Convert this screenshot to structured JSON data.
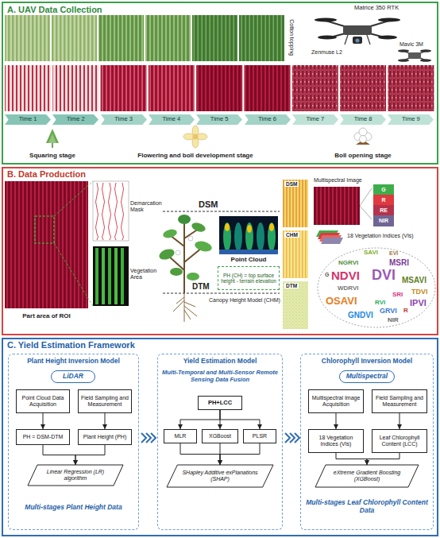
{
  "diagram": {
    "nodes": [
      {
        "text": [
          "A. UAV Data Collection"
        ]
      },
      {
        "text": [
          "Time 1"
        ],
        "in": 0
      },
      {
        "text": [
          "Time 2"
        ],
        "in": 0
      },
      {
        "text": [
          "Time 3"
        ],
        "in": 0
      },
      {
        "text": [
          "Time 4"
        ],
        "in": 0
      },
      {
        "text": [
          "Time 5"
        ],
        "in": 0
      },
      {
        "text": [
          "Time 6"
        ],
        "in": 0
      },
      {
        "text": [
          "Time 7"
        ],
        "in": 0
      },
      {
        "text": [
          "Time 8"
        ],
        "in": 0
      },
      {
        "text": [
          "Time 9"
        ],
        "in": 0
      },
      {
        "text": [
          "B. Data Production"
        ]
      },
      {
        "text": [
          "PH (CH) = top surface height - terrain elevation"
        ],
        "in": 10
      },
      {
        "text": [
          "G"
        ],
        "in": 10
      },
      {
        "text": [
          "R"
        ],
        "in": 10
      },
      {
        "text": [
          "RE"
        ],
        "in": 10
      },
      {
        "text": [
          "NIR"
        ],
        "in": 10
      },
      {
        "text": [
          "C. Yield Estimation Framework"
        ]
      },
      {
        "text": [
          "Plant Height Inversion Model",
          "Multi-stages Plant Height Data"
        ],
        "in": 16
      },
      {
        "text": [
          "LiDAR"
        ],
        "in": 17
      },
      {
        "text": [
          "Point Cloud Data Acquisition"
        ],
        "in": 17
      },
      {
        "text": [
          "Field Sampling and Measurement"
        ],
        "in": 17
      },
      {
        "text": [
          "PH = DSM-DTM"
        ],
        "in": 17
      },
      {
        "text": [
          "Plant Height (PH)"
        ],
        "in": 17
      },
      {
        "text": [
          "Linear Regression (LR) algorithm"
        ],
        "in": 17
      },
      {
        "text": [
          "Yield Estimation Model",
          "Multi-Temporal and Multi-Sensor Remote Sensing Data Fusion"
        ],
        "in": 16
      },
      {
        "text": [
          "PH+LCC"
        ],
        "in": 24
      },
      {
        "text": [
          "MLR"
        ],
        "in": 24
      },
      {
        "text": [
          "XGBoost"
        ],
        "in": 24
      },
      {
        "text": [
          "PLSR"
        ],
        "in": 24
      },
      {
        "text": [
          "SHapley Additive exPlanations (SHAP)"
        ],
        "in": 24
      },
      {
        "text": [
          "Chlorophyll Inversion Model",
          "Multi-stages Leaf Chlorophyll Content Data"
        ],
        "in": 16
      },
      {
        "text": [
          "Multispectral"
        ],
        "in": 30
      },
      {
        "text": [
          "Multispectral Image Acquisition"
        ],
        "in": 30
      },
      {
        "text": [
          "Field Sampling and Measurement"
        ],
        "in": 30
      },
      {
        "text": [
          "18 Vegetation Indices (VIs)"
        ],
        "in": 30
      },
      {
        "text": [
          "Leaf Chlorophyll Content (LCC)"
        ],
        "in": 30
      },
      {
        "text": [
          "eXtreme Gradient Boosting (XGBoost)"
        ],
        "in": 30
      }
    ],
    "edges": [
      {
        "from": 19,
        "to": 21,
        "arrow": "to"
      },
      {
        "from": 20,
        "to": 22,
        "arrow": "to"
      },
      {
        "from": 21,
        "to": 23,
        "arrow": "to"
      },
      {
        "from": 22,
        "to": 23,
        "arrow": "to"
      },
      {
        "from": 25,
        "to": 26,
        "arrow": "to"
      },
      {
        "from": 25,
        "to": 27,
        "arrow": "to"
      },
      {
        "from": 25,
        "to": 28,
        "arrow": "to"
      },
      {
        "from": 26,
        "to": 29,
        "arrow": "to"
      },
      {
        "from": 27,
        "to": 29,
        "arrow": "to"
      },
      {
        "from": 28,
        "to": 29,
        "arrow": "to"
      },
      {
        "from": 32,
        "to": 34,
        "arrow": "to"
      },
      {
        "from": 33,
        "to": 35,
        "arrow": "to"
      },
      {
        "from": 34,
        "to": 36,
        "arrow": "to"
      },
      {
        "from": 35,
        "to": 36,
        "arrow": "to"
      }
    ],
    "labels": [
      "Matrice 350 RTK",
      "Zenmuse L2",
      "Mavic 3M",
      "Cotton topping",
      "Squaring stage",
      "Flowering and boll development stage",
      "Boll opening stage",
      "Part area of ROI",
      "Demarcation Mask",
      "Vegetation Area",
      "DSM",
      "DTM",
      "Point Cloud",
      "Canopy Height Model (CHM)",
      "DSM",
      "CHM",
      "DTM",
      "Multispectral Image",
      "18 Vegetation Indices (VIs)",
      "SAVI",
      "EVI",
      "NGRVI",
      "MSRI",
      "G",
      "NDVI",
      "DVI",
      "WDRVI",
      "MSAVI",
      "TDVI",
      "SRI",
      "IPVI",
      "OSAVI",
      "RVI",
      "GRVI",
      "R",
      "GNDVI",
      "NIR"
    ]
  }
}
